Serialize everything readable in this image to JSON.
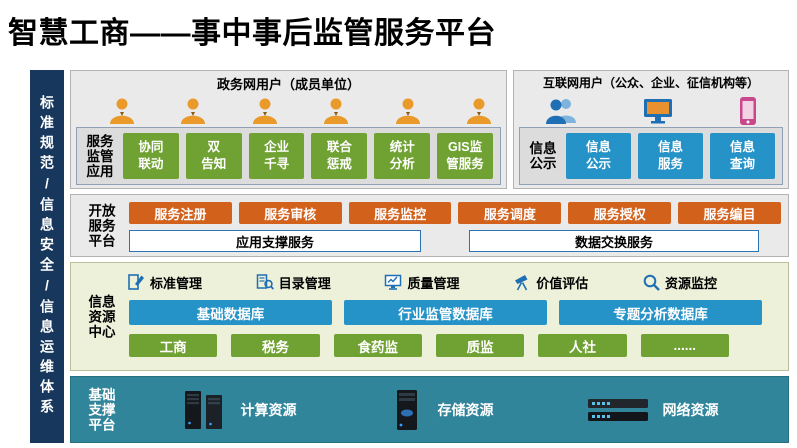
{
  "title": "智慧工商——事中事后监管服务平台",
  "sidebar": {
    "text": "标准规范/信息安全/信息运维体系"
  },
  "gov_users": {
    "title": "政务网用户（成员单位）",
    "user_icon": "businessperson-icon",
    "user_count": 6
  },
  "internet_users": {
    "title": "互联网用户（公众、企业、征信机构等）",
    "icons": [
      "user-group-icon",
      "desktop-monitor-icon",
      "mobile-phone-icon"
    ]
  },
  "service_apps": {
    "label": [
      "服务",
      "监管",
      "应用"
    ],
    "items": [
      [
        "协同",
        "联动"
      ],
      [
        "双",
        "告知"
      ],
      [
        "企业",
        "千寻"
      ],
      [
        "联合",
        "惩戒"
      ],
      [
        "统计",
        "分析"
      ],
      [
        "GIS监",
        "管服务"
      ]
    ]
  },
  "info_publicity": {
    "label": [
      "信息",
      "公示"
    ],
    "items": [
      [
        "信息",
        "公示"
      ],
      [
        "信息",
        "服务"
      ],
      [
        "信息",
        "查询"
      ]
    ]
  },
  "open_platform": {
    "label": [
      "开放",
      "服务",
      "平台"
    ],
    "services": [
      "服务注册",
      "服务审核",
      "服务监控",
      "服务调度",
      "服务授权",
      "服务编目"
    ],
    "layers": [
      "应用支撑服务",
      "数据交换服务"
    ]
  },
  "info_center": {
    "label": [
      "信息",
      "资源",
      "中心"
    ],
    "management": [
      {
        "icon": "pencil-document-icon",
        "label": "标准管理"
      },
      {
        "icon": "catalog-search-icon",
        "label": "目录管理"
      },
      {
        "icon": "quality-monitor-icon",
        "label": "质量管理"
      },
      {
        "icon": "value-telescope-icon",
        "label": "价值评估"
      },
      {
        "icon": "resource-magnifier-icon",
        "label": "资源监控"
      }
    ],
    "databases": [
      "基础数据库",
      "行业监管数据库",
      "专题分析数据库"
    ],
    "sources": [
      "工商",
      "税务",
      "食药监",
      "质监",
      "人社",
      "......"
    ]
  },
  "infrastructure": {
    "label": [
      "基础",
      "支撑",
      "平台"
    ],
    "resources": [
      "计算资源",
      "存储资源",
      "网络资源"
    ],
    "resource_icons": [
      "compute-servers-icon",
      "storage-server-icon",
      "network-switches-icon"
    ]
  },
  "colors": {
    "sidebar_navy": "#17375D",
    "box_green": "#70A233",
    "box_blue": "#2593C8",
    "box_orange": "#D2611C",
    "panel_teal": "#31859B",
    "panel_yellow": "#EDF1DA",
    "panel_gray": "#EAEAEA",
    "support_border_blue": "#2E74B5"
  }
}
